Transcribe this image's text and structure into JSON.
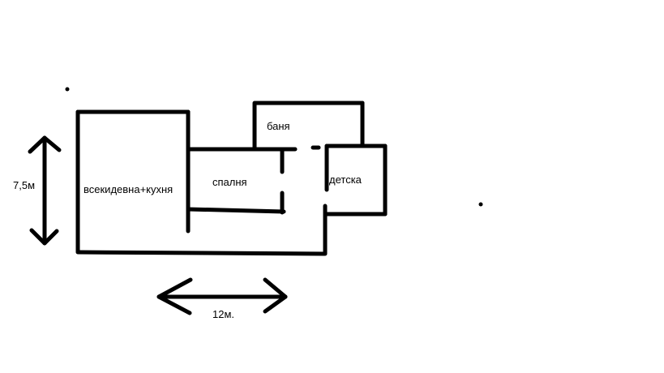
{
  "rooms": {
    "living": "всекидевна+кухня",
    "bedroom": "спалня",
    "bathroom": "баня",
    "kids": "детска"
  },
  "dimensions": {
    "height": "7,5м",
    "width": "12м."
  },
  "colors": {
    "background": "#ffffff",
    "ink": "#000000"
  }
}
